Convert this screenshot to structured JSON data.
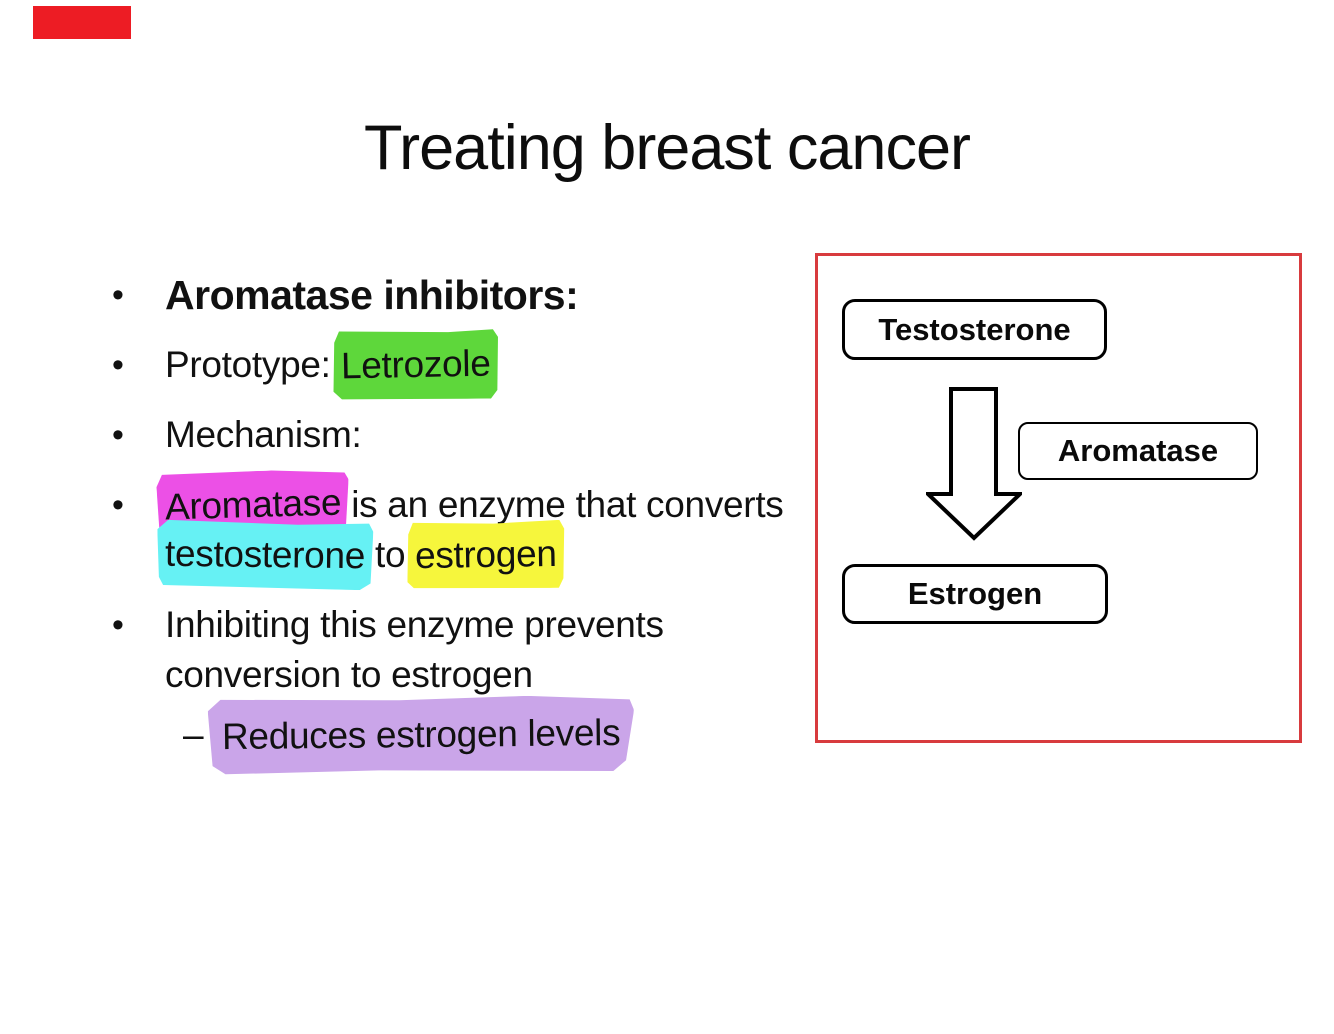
{
  "slide": {
    "title": "Treating breast cancer",
    "marker_bullet": "•",
    "marker_dash": "–"
  },
  "bullets": {
    "b1": "Aromatase inhibitors:",
    "b2_prefix": "Prototype: ",
    "b2_highlight": "Letrozole",
    "b3": "Mechanism:",
    "b4_hl1": "Aromatase",
    "b4_mid1": " is an enzyme that converts",
    "b4_hl2": "testosterone",
    "b4_mid2": " to ",
    "b4_hl3": "estrogen",
    "b5_line1": "Inhibiting this enzyme prevents",
    "b5_line2": "conversion to estrogen",
    "sub_text": "Reduces estrogen levels"
  },
  "diagram": {
    "node_top": "Testosterone",
    "node_side": "Aromatase",
    "node_bottom": "Estrogen"
  },
  "colors": {
    "highlight_green": "#5ed73b",
    "highlight_magenta": "#ec50e6",
    "highlight_cyan": "#66f1f4",
    "highlight_yellow": "#f6f63c",
    "highlight_purple": "#caa5e9",
    "diagram_border_red": "#d83b3e",
    "corner_mark_red": "#ed1c24",
    "text_black": "#111111"
  }
}
